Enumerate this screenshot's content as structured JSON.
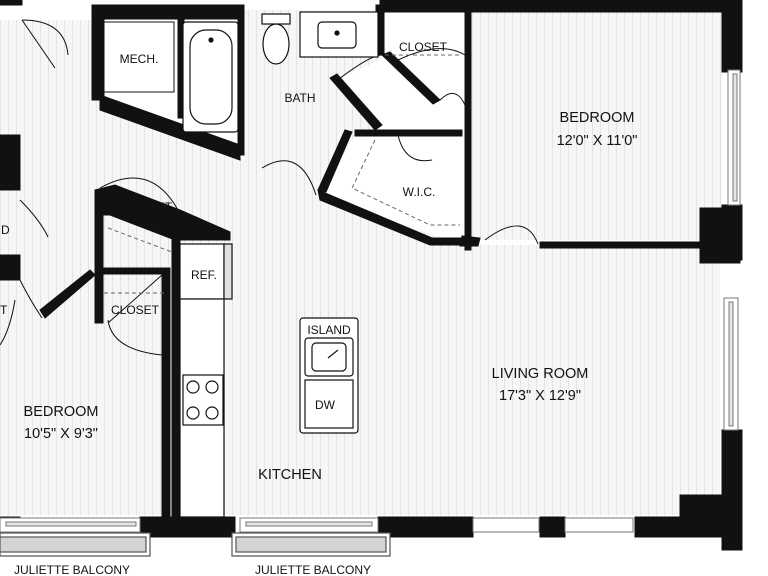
{
  "labels": {
    "mech": "MECH.",
    "bath": "BATH",
    "closet_top": "CLOSET",
    "bedroom1_name": "BEDROOM",
    "bedroom1_dims": "12'0\" X 11'0\"",
    "wic": "W.I.C.",
    "closet_left_upper": "CLOSET",
    "closet_left_lower": "CLOSET",
    "ref": "REF.",
    "island": "ISLAND",
    "dw": "DW",
    "living_name": "LIVING ROOM",
    "living_dims": "17'3\" X 12'9\"",
    "bedroom2_name": "BEDROOM",
    "bedroom2_dims": "10'5\" X 9'3\"",
    "kitchen": "KITCHEN",
    "balcony_left": "JULIETTE BALCONY",
    "balcony_right": "JULIETTE BALCONY",
    "edge_mark_d": "D",
    "edge_mark_t": "T"
  },
  "colors": {
    "wall": "#111111",
    "floor": "#f5f5f5",
    "floor_line": "#dedede",
    "fixture": "#ffffff",
    "window": "#cfcfcf"
  }
}
